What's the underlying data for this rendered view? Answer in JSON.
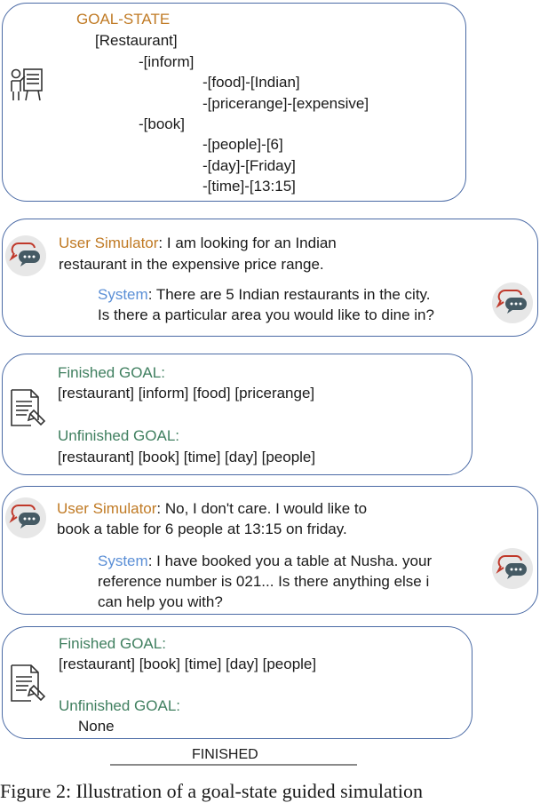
{
  "goal_state": {
    "title": "GOAL-STATE",
    "lines": [
      "[Restaurant]",
      "-[inform]",
      "-[food]-[Indian]",
      "-[pricerange]-[expensive]",
      "-[book]",
      "-[people]-[6]",
      "-[day]-[Friday]",
      "-[time]-[13:15]"
    ]
  },
  "dialog1": {
    "user_speaker": "User Simulator",
    "user_line1": ": I am looking for an Indian",
    "user_line2": "restaurant in the expensive price range.",
    "system_speaker": "System",
    "system_line1": ": There are 5 Indian restaurants in the city.",
    "system_line2": "Is there a particular area you would like to dine in?"
  },
  "status1": {
    "finished_label": "Finished GOAL:",
    "finished_value": "[restaurant] [inform] [food] [pricerange]",
    "unfinished_label": "Unfinished GOAL:",
    "unfinished_value": "[restaurant] [book] [time] [day] [people]"
  },
  "dialog2": {
    "user_speaker": "User Simulator",
    "user_line1": ": No, I don't care. I would like to",
    "user_line2": "book a table for 6 people at 13:15 on friday.",
    "system_speaker": "System",
    "system_line1": ": I have booked you a table at Nusha. your",
    "system_line2": "reference number is 021... Is there anything else i",
    "system_line3": "can help you with?"
  },
  "status2": {
    "finished_label": "Finished GOAL:",
    "finished_value": "[restaurant] [book] [time] [day] [people]",
    "unfinished_label": "Unfinished GOAL:",
    "unfinished_value": "None"
  },
  "finished_text": "FINISHED",
  "caption": "Figure 2: Illustration of a goal-state guided simulation",
  "colors": {
    "border": "#4a6aa5",
    "speaker_user": "#c07a24",
    "speaker_system": "#5b8fd6",
    "goal_label": "#3f7f5f"
  },
  "icons": [
    "presenter-icon",
    "chat-bubble-icon",
    "document-icon"
  ]
}
